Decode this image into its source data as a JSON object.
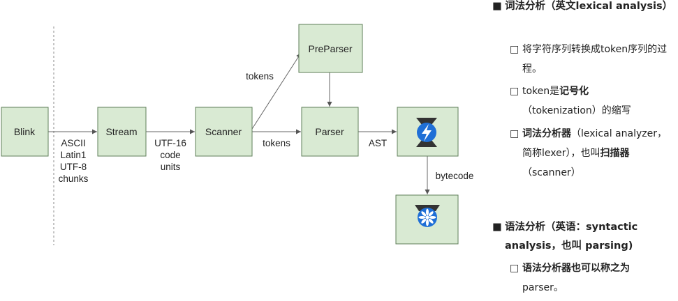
{
  "diagram": {
    "nodes": {
      "blink": "Blink",
      "stream": "Stream",
      "scanner": "Scanner",
      "preparser": "PreParser",
      "parser": "Parser"
    },
    "edges": {
      "blink_stream": [
        "ASCII",
        "Latin1",
        "UTF-8",
        "chunks"
      ],
      "stream_scanner": [
        "UTF-16",
        "code",
        "units"
      ],
      "scanner_preparser": "tokens",
      "scanner_parser": "tokens",
      "parser_ignition": "AST",
      "ignition_turbofan": "bytecode"
    },
    "icons": {
      "ignition": "ignition-lightning-icon",
      "turbofan": "turbofan-fan-icon"
    },
    "colors": {
      "node_fill": "#d9ead3",
      "node_stroke": "#5f7f5a",
      "ignition_accent": "#1f6fd6",
      "turbofan_accent": "#1f6fd6"
    }
  },
  "notes": {
    "lexical": {
      "heading": "词法分析（英文lexical analysis）",
      "items": [
        {
          "text": "将字符序列转换成token序列的过程。"
        },
        {
          "pre": "token是",
          "bold": "记号化",
          "post": "（tokenization）的缩写"
        },
        {
          "bold": "词法分析器",
          "post": "（lexical analyzer，简称lexer），也叫",
          "bold2": "扫描器",
          "post2": "（scanner）"
        }
      ]
    },
    "syntactic": {
      "heading": "语法分析（英语：syntactic analysis，也叫 parsing)",
      "items": [
        {
          "bold": "语法分析器也可以称之为",
          "post": "parser。"
        }
      ]
    }
  }
}
